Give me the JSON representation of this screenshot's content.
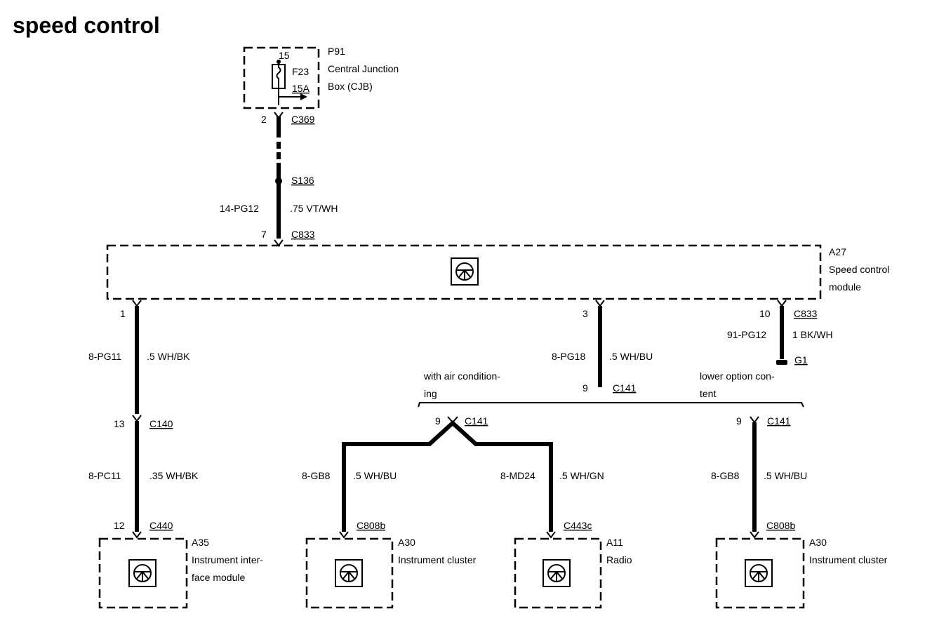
{
  "title": "speed control",
  "cjb": {
    "pin_top": "15",
    "fuse": "F23",
    "amps": "15A",
    "id": "P91",
    "name_line1": "Central Junction",
    "name_line2": "Box (CJB)"
  },
  "conn_top": {
    "pin": "2",
    "name": "C369"
  },
  "splice": {
    "name": "S136"
  },
  "wire_main": {
    "circuit": "14-PG12",
    "spec": ".75 VT/WH"
  },
  "conn_scm_in": {
    "pin": "7",
    "name": "C833"
  },
  "scm": {
    "id": "A27",
    "name_line1": "Speed control",
    "name_line2": "module"
  },
  "out1": {
    "pin": "1",
    "circuit": "8-PG11",
    "spec": ".5 WH/BK"
  },
  "out3": {
    "pin": "3",
    "circuit": "8-PG18",
    "spec": ".5 WH/BU",
    "pin2": "9",
    "conn": "C141"
  },
  "out10": {
    "pin": "10",
    "conn": "C833",
    "circuit": "91-PG12",
    "spec": "1 BK/WH",
    "ground": "G1"
  },
  "option_left": {
    "line1": "with air condition-",
    "line2": "ing"
  },
  "option_right": {
    "line1": "lower option con-",
    "line2": "tent"
  },
  "c140": {
    "pin": "13",
    "name": "C140"
  },
  "wire_pc11": {
    "circuit": "8-PC11",
    "spec": ".35 WH/BK"
  },
  "c440": {
    "pin": "12",
    "name": "C440"
  },
  "a35": {
    "id": "A35",
    "name_line1": "Instrument inter-",
    "name_line2": "face module"
  },
  "c141_left": {
    "pin": "9",
    "name": "C141"
  },
  "wire_gb8_left": {
    "circuit": "8-GB8",
    "spec": ".5 WH/BU"
  },
  "wire_md24": {
    "circuit": "8-MD24",
    "spec": ".5 WH/GN"
  },
  "c808b_left": {
    "name": "C808b"
  },
  "a30_left": {
    "id": "A30",
    "name": "Instrument cluster"
  },
  "c443c": {
    "name": "C443c"
  },
  "a11": {
    "id": "A11",
    "name": "Radio"
  },
  "c141_right": {
    "pin": "9",
    "name": "C141"
  },
  "wire_gb8_right": {
    "circuit": "8-GB8",
    "spec": ".5 WH/BU"
  },
  "c808b_right": {
    "name": "C808b"
  },
  "a30_right": {
    "id": "A30",
    "name": "Instrument cluster"
  },
  "icons": [
    "steering-wheel-icon",
    "fuse-icon",
    "ground-icon",
    "splice-dot-icon"
  ]
}
